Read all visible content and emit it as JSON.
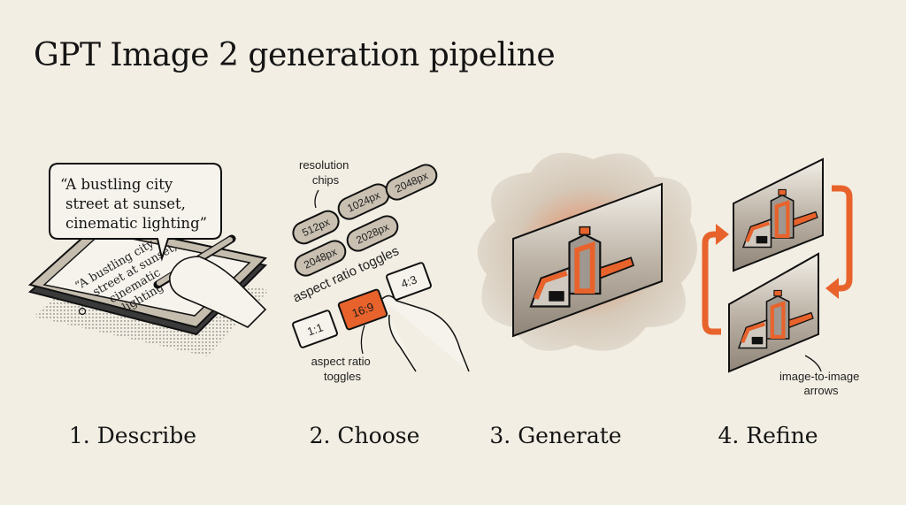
{
  "title": "GPT Image 2 generation pipeline",
  "colors": {
    "background": "#f2eee3",
    "accent": "#e8632c",
    "ink": "#141414",
    "chip": "#c9c0b1"
  },
  "steps": [
    {
      "label": "1. Describe",
      "speech_bubble": [
        "“A bustling city",
        "street at sunset,",
        "cinematic lighting”"
      ],
      "tablet_text": [
        "“A bustling city",
        "street at sunset,",
        "cinematic",
        "lighting"
      ]
    },
    {
      "label": "2. Choose",
      "resolution_label": [
        "resolution",
        "chips"
      ],
      "resolution_chips": [
        "512px",
        "1024px",
        "2048px",
        "2048px",
        "2028px"
      ],
      "aspect_header": "aspect ratio toggles",
      "aspect_toggles": [
        "1:1",
        "16:9",
        "4:3"
      ],
      "aspect_selected": "16:9",
      "aspect_label": [
        "aspect ratio",
        "toggles"
      ]
    },
    {
      "label": "3. Generate"
    },
    {
      "label": "4. Refine",
      "arrows_label": [
        "image-to-image",
        "arrows"
      ]
    }
  ]
}
